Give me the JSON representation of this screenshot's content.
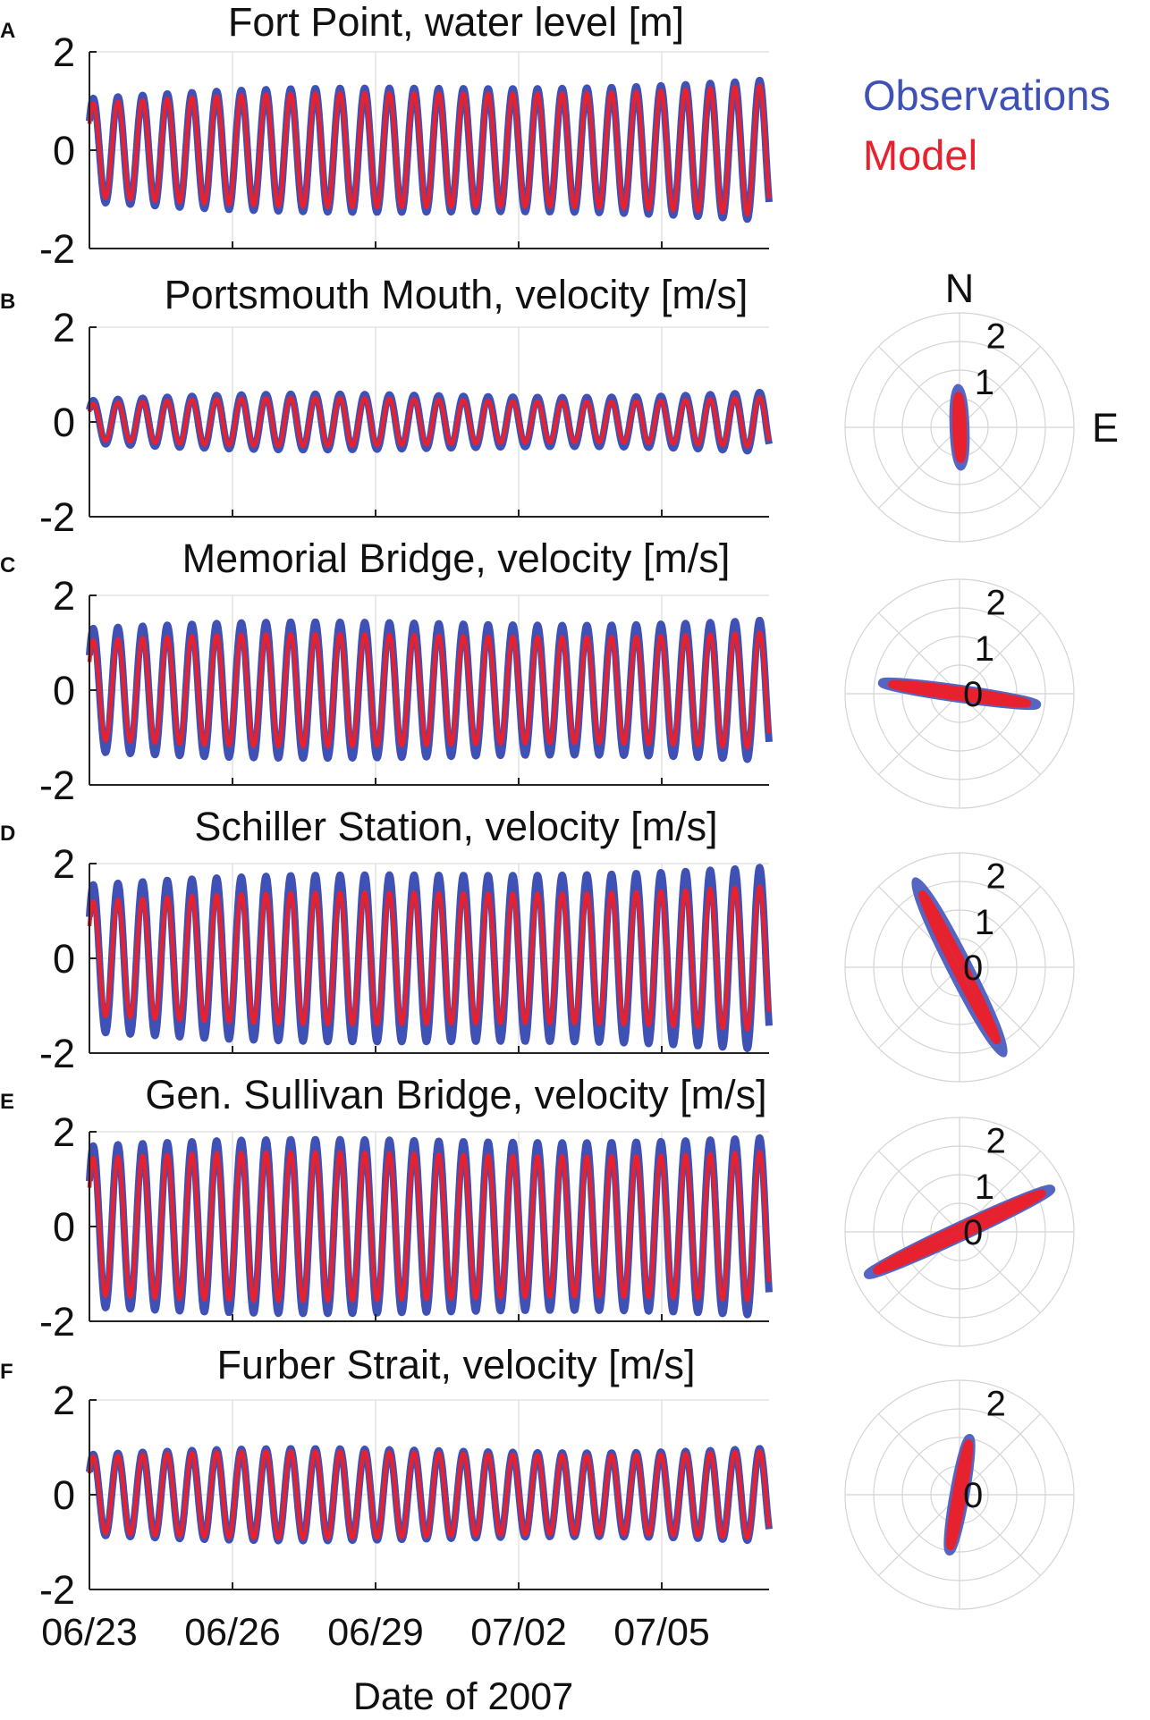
{
  "figure": {
    "legend": {
      "items": [
        {
          "label": "Observations",
          "color": "#3f51b5"
        },
        {
          "label": "Model",
          "color": "#e8212e"
        }
      ],
      "placement": "top-right"
    },
    "xlabel": "Date of 2007",
    "x_ticks": [
      "06/23",
      "06/26",
      "06/29",
      "07/02",
      "07/05"
    ],
    "compass": {
      "north": "N",
      "east": "E"
    }
  },
  "chart_data": [
    {
      "type": "line",
      "panel_label": "A",
      "title": "Fort Point, water level [m]",
      "x_range": [
        "2007-06-23",
        "2007-07-07T06:00"
      ],
      "ylim": [
        -2,
        2
      ],
      "y_ticks": [
        "2",
        "0",
        "-2"
      ],
      "grid": true,
      "series": [
        {
          "name": "Observations",
          "color": "#3f51b5",
          "amplitude_start": 1.05,
          "amplitude_end": 1.45,
          "period_hours": 12.42
        },
        {
          "name": "Model",
          "color": "#e8212e",
          "amplitude_start": 0.95,
          "amplitude_end": 1.35,
          "period_hours": 12.42
        }
      ],
      "polar": null
    },
    {
      "type": "line",
      "panel_label": "B",
      "title": "Portsmouth Mouth, velocity [m/s]",
      "x_range": [
        "2007-06-23",
        "2007-07-07T06:00"
      ],
      "ylim": [
        -2,
        2
      ],
      "y_ticks": [
        "2",
        "0",
        "-2"
      ],
      "grid": true,
      "series": [
        {
          "name": "Observations",
          "color": "#3f51b5",
          "amplitude_start": 0.45,
          "amplitude_end": 0.65,
          "period_hours": 12.42
        },
        {
          "name": "Model",
          "color": "#e8212e",
          "amplitude_start": 0.38,
          "amplitude_end": 0.55,
          "period_hours": 12.42
        }
      ],
      "polar": {
        "rlim": 2.5,
        "r_ticks": [
          "1",
          "2"
        ],
        "ellipse_obs": {
          "angle_deg": 92,
          "major": 0.85,
          "minor": 0.12
        },
        "ellipse_model": {
          "angle_deg": 92,
          "major": 0.7,
          "minor": 0.08
        }
      }
    },
    {
      "type": "line",
      "panel_label": "C",
      "title": "Memorial Bridge, velocity [m/s]",
      "x_range": [
        "2007-06-23",
        "2007-07-07T06:00"
      ],
      "ylim": [
        -2,
        2
      ],
      "y_ticks": [
        "2",
        "0",
        "-2"
      ],
      "grid": true,
      "series": [
        {
          "name": "Observations",
          "color": "#3f51b5",
          "amplitude_start": 1.3,
          "amplitude_end": 1.5,
          "period_hours": 12.42
        },
        {
          "name": "Model",
          "color": "#e8212e",
          "amplitude_start": 1.05,
          "amplitude_end": 1.25,
          "period_hours": 12.42
        }
      ],
      "polar": {
        "rlim": 2.5,
        "r_ticks": [
          "0",
          "1",
          "2"
        ],
        "ellipse_obs": {
          "angle_deg": -8,
          "major": 1.7,
          "minor": 0.1
        },
        "ellipse_model": {
          "angle_deg": -8,
          "major": 1.5,
          "minor": 0.08
        }
      }
    },
    {
      "type": "line",
      "panel_label": "D",
      "title": "Schiller Station, velocity [m/s]",
      "x_range": [
        "2007-06-23",
        "2007-07-07T06:00"
      ],
      "ylim": [
        -2,
        2
      ],
      "y_ticks": [
        "2",
        "0",
        "-2"
      ],
      "grid": true,
      "series": [
        {
          "name": "Observations",
          "color": "#3f51b5",
          "amplitude_start": 1.55,
          "amplitude_end": 1.95,
          "period_hours": 12.42
        },
        {
          "name": "Model",
          "color": "#e8212e",
          "amplitude_start": 1.2,
          "amplitude_end": 1.55,
          "period_hours": 12.42
        }
      ],
      "polar": {
        "rlim": 2.5,
        "r_ticks": [
          "0",
          "1",
          "2"
        ],
        "ellipse_obs": {
          "angle_deg": 117,
          "major": 2.1,
          "minor": 0.18
        },
        "ellipse_model": {
          "angle_deg": 117,
          "major": 1.8,
          "minor": 0.1
        }
      }
    },
    {
      "type": "line",
      "panel_label": "E",
      "title": "Gen. Sullivan Bridge, velocity [m/s]",
      "x_range": [
        "2007-06-23",
        "2007-07-07T06:00"
      ],
      "ylim": [
        -2,
        2
      ],
      "y_ticks": [
        "2",
        "0",
        "-2"
      ],
      "grid": true,
      "series": [
        {
          "name": "Observations",
          "color": "#3f51b5",
          "amplitude_start": 1.7,
          "amplitude_end": 1.9,
          "period_hours": 12.42
        },
        {
          "name": "Model",
          "color": "#e8212e",
          "amplitude_start": 1.45,
          "amplitude_end": 1.6,
          "period_hours": 12.42
        }
      ],
      "polar": {
        "rlim": 2.5,
        "r_ticks": [
          "0",
          "1",
          "2"
        ],
        "ellipse_obs": {
          "angle_deg": 25,
          "major": 2.2,
          "minor": 0.12
        },
        "ellipse_model": {
          "angle_deg": 25,
          "major": 2.0,
          "minor": 0.1
        }
      }
    },
    {
      "type": "line",
      "panel_label": "F",
      "title": "Furber Strait, velocity [m/s]",
      "x_range": [
        "2007-06-23",
        "2007-07-07T06:00"
      ],
      "ylim": [
        -2,
        2
      ],
      "y_ticks": [
        "2",
        "0",
        "-2"
      ],
      "grid": true,
      "series": [
        {
          "name": "Observations",
          "color": "#3f51b5",
          "amplitude_start": 0.85,
          "amplitude_end": 1.0,
          "period_hours": 12.42
        },
        {
          "name": "Model",
          "color": "#e8212e",
          "amplitude_start": 0.8,
          "amplitude_end": 0.95,
          "period_hours": 12.42
        }
      ],
      "polar": {
        "rlim": 2.5,
        "r_ticks": [
          "0",
          "2"
        ],
        "ellipse_obs": {
          "angle_deg": 80,
          "major": 1.25,
          "minor": 0.12
        },
        "ellipse_model": {
          "angle_deg": 80,
          "major": 1.15,
          "minor": 0.08
        }
      }
    }
  ]
}
